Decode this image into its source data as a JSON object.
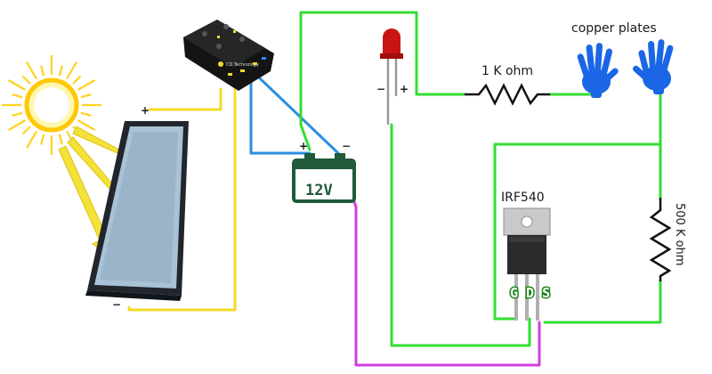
{
  "labels": {
    "copper_plates": "copper plates",
    "resistor_1k": "1 K ohm",
    "resistor_500k": "500 K ohm",
    "mosfet": "IRF540",
    "mosfet_pins": "G D S",
    "battery": "12V",
    "controller_brand": "CD Technology",
    "plus": "+",
    "minus": "−"
  },
  "colors": {
    "wire_green": "#33dd33",
    "wire_yellow": "#f2dc2a",
    "wire_blue": "#2a8fe0",
    "wire_magenta": "#d03ee0",
    "hand_blue": "#1a66e6",
    "battery_green": "#1f5a3a",
    "sun": "#ffd21f",
    "led_red": "#c91414",
    "pin_labels": "#1a8a1a"
  },
  "icons": [
    "sun-icon",
    "solar-panel-icon",
    "charge-controller-icon",
    "battery-icon",
    "led-icon",
    "resistor-icon",
    "hand-icon",
    "mosfet-icon"
  ]
}
